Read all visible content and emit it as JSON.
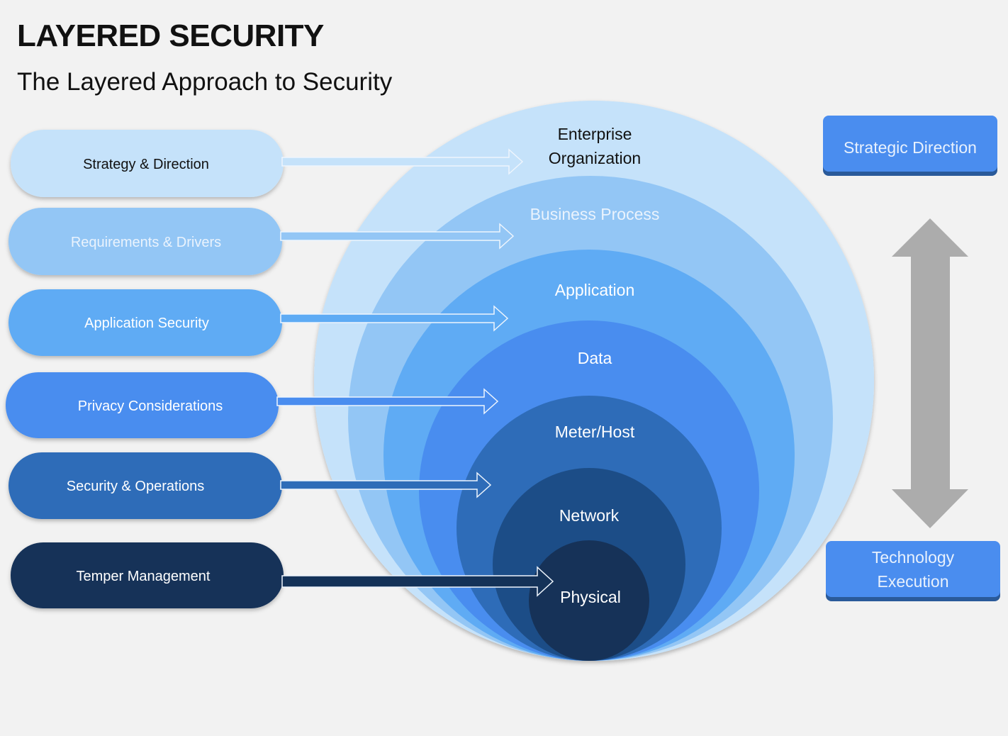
{
  "header": {
    "title": "LAYERED SECURITY",
    "subtitle": "The Layered Approach to Security"
  },
  "pills": [
    {
      "label": "Strategy & Direction",
      "color": "#c5e2fa",
      "text_color": "#111111"
    },
    {
      "label": "Requirements & Drivers",
      "color": "#93c6f5",
      "text_color": "#eaf3fd"
    },
    {
      "label": "Application Security",
      "color": "#5eabf4",
      "text_color": "#ffffff"
    },
    {
      "label": "Privacy Considerations",
      "color": "#4a8def",
      "text_color": "#ffffff"
    },
    {
      "label": "Security & Operations",
      "color": "#2e6cb8",
      "text_color": "#ffffff"
    },
    {
      "label": "Temper Management",
      "color": "#143258",
      "text_color": "#ffffff"
    }
  ],
  "layers": [
    {
      "label_line1": "Enterprise",
      "label_line2": "Organization",
      "color": "#c5e2fa",
      "text_color": "#111111"
    },
    {
      "label": "Business Process",
      "color": "#93c6f5",
      "text_color": "#eaf3fd"
    },
    {
      "label": "Application",
      "color": "#5eabf4",
      "text_color": "#ffffff"
    },
    {
      "label": "Data",
      "color": "#4a8def",
      "text_color": "#ffffff"
    },
    {
      "label": "Meter/Host",
      "color": "#2e6cb8",
      "text_color": "#ffffff"
    },
    {
      "label": "Network",
      "color": "#1f4e87",
      "text_color": "#ffffff"
    },
    {
      "label": "Physical",
      "color": "#143258",
      "text_color": "#ffffff"
    }
  ],
  "right_panel": {
    "top_box": "Strategic Direction",
    "bottom_box_line1": "Technology",
    "bottom_box_line2": "Execution",
    "box_color": "#4a8def",
    "arrow_color": "#acacac"
  }
}
